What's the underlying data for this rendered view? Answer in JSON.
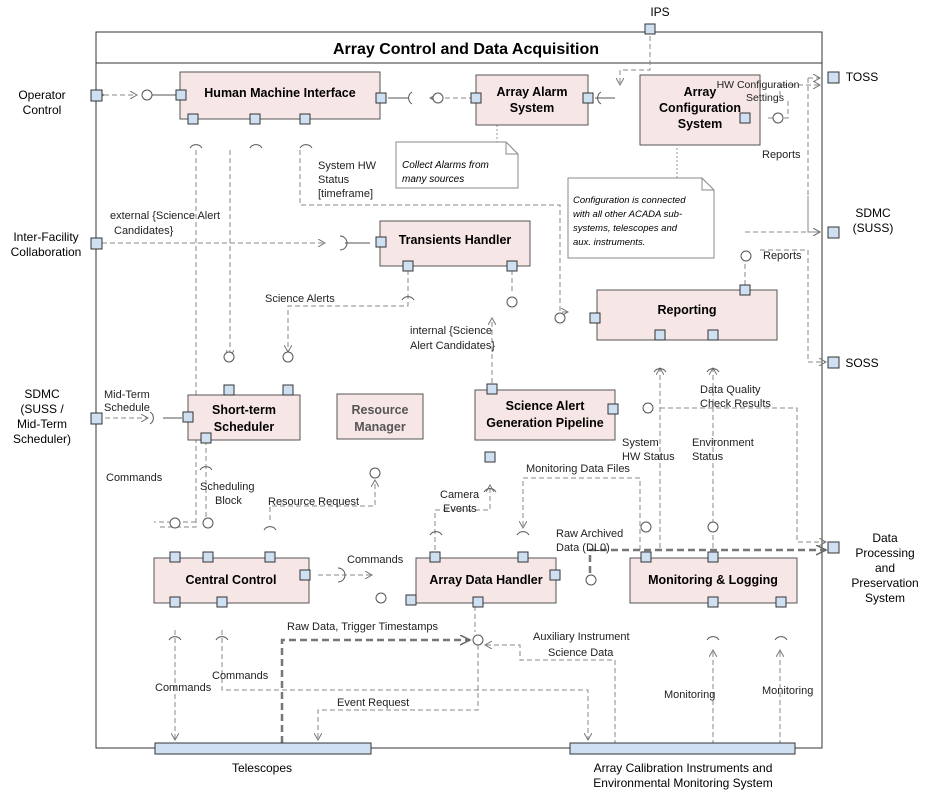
{
  "title": "Array Control and Data Acquisition",
  "components": {
    "hmi": "Human Machine Interface",
    "alarm": [
      "Array Alarm",
      "System"
    ],
    "config": [
      "Array",
      "Configuration",
      "System"
    ],
    "transients": "Transients Handler",
    "reporting": "Reporting",
    "resource": [
      "Resource",
      "Manager"
    ],
    "scheduler": [
      "Short-term",
      "Scheduler"
    ],
    "sag": [
      "Science Alert",
      "Generation Pipeline"
    ],
    "central": "Central Control",
    "adh": "Array Data Handler",
    "mon": "Monitoring & Logging"
  },
  "external": {
    "ips": "IPS",
    "toss": "TOSS",
    "sdmc_suss": [
      "SDMC",
      "(SUSS)"
    ],
    "soss": "SOSS",
    "operator": [
      "Operator",
      "Control"
    ],
    "interfacility": [
      "Inter-Facility",
      "Collaboration"
    ],
    "sdmc_mid": [
      "SDMC",
      "(SUSS /",
      "Mid-Term",
      "Scheduler)"
    ],
    "dpps": [
      "Data",
      "Processing",
      "and",
      "Preservation",
      "System"
    ],
    "telescopes": "Telescopes",
    "aux": [
      "Array Calibration Instruments and",
      "Environmental Monitoring System"
    ]
  },
  "notes": {
    "alarms": [
      "Collect Alarms from",
      "many sources"
    ],
    "config": [
      "Configuration is connected",
      "with all other ACADA sub-",
      "systems, telescopes and",
      "aux. instruments."
    ]
  },
  "labels": {
    "hw_config": [
      "HW Configuration",
      "Settings"
    ],
    "reports1": "Reports",
    "reports2": "Reports",
    "system_hw": [
      "System HW",
      "Status",
      "[timeframe]"
    ],
    "ext_alert": [
      "external {Science Alert",
      "Candidates}"
    ],
    "science_alerts": "Science Alerts",
    "int_alert": [
      "internal {Science",
      "Alert Candidates}"
    ],
    "mid_term": [
      "Mid-Term",
      "Schedule"
    ],
    "commands_left": "Commands",
    "sched_block": [
      "Scheduling",
      "Block"
    ],
    "resource_req": "Resource Request",
    "camera_events": [
      "Camera",
      "Events"
    ],
    "mon_files": "Monitoring Data Files",
    "dq": [
      "Data Quality",
      "Check Results"
    ],
    "sys_hw2": [
      "System",
      "HW Status"
    ],
    "env_status": [
      "Environment",
      "Status"
    ],
    "raw_archived": [
      "Raw Archived",
      "Data (DL0)"
    ],
    "commands_mid": "Commands",
    "raw_data": "Raw Data, Trigger Timestamps",
    "aux_sci": [
      "Auxiliary Instrument",
      "Science Data"
    ],
    "commands_b1": "Commands",
    "commands_b2": "Commands",
    "event_req": "Event Request",
    "monitoring1": "Monitoring",
    "monitoring2": "Monitoring"
  }
}
